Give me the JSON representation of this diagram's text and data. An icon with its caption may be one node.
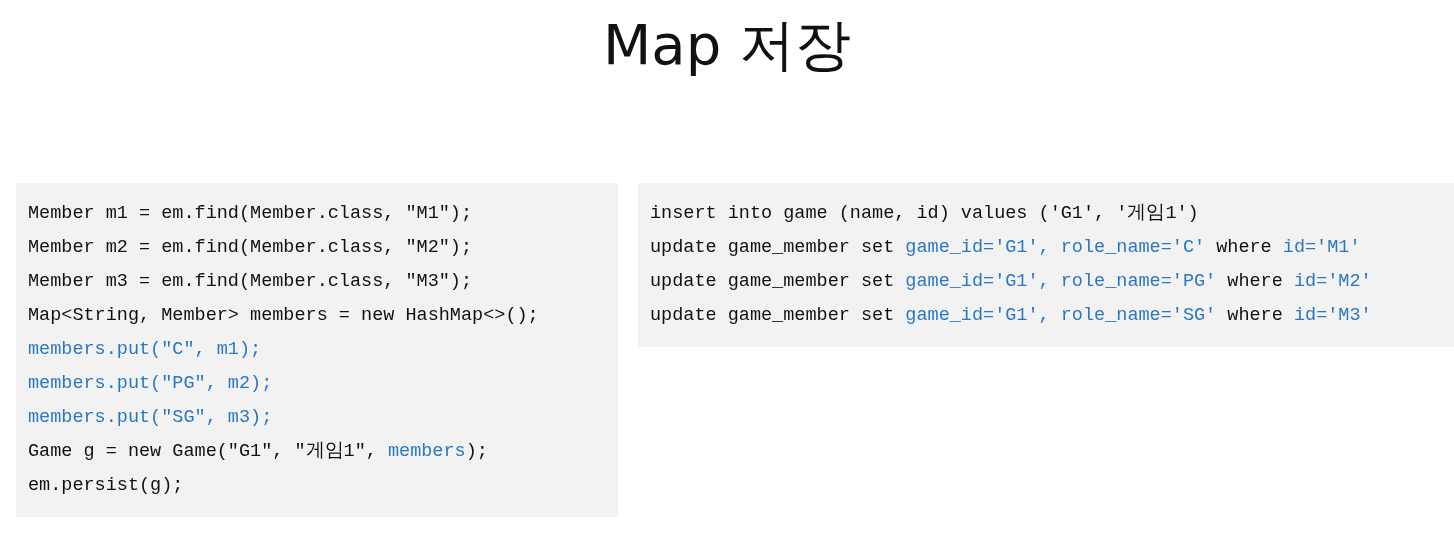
{
  "diagram": {
    "title": "Map 저장",
    "nodes": [
      {
        "text": [
          "Member m1 = em.find(Member.class, \"M1\");",
          "Member m2 = em.find(Member.class, \"M2\");",
          "Member m3 = em.find(Member.class, \"M3\");",
          "Map<String, Member> members = new HashMap<>();",
          "**members.put(\"C\", m1);**",
          "**members.put(\"PG\", m2);**",
          "**members.put(\"SG\", m3);**",
          "Game g = new Game(\"G1\", \"게임1\", **members**);",
          "em.persist(g);"
        ]
      },
      {
        "text": [
          "insert into game (name, id) values ('G1', '게임1')",
          "update game_member set **game_id='G1', role_name='C'** where **id='M1'**",
          "update game_member set **game_id='G1', role_name='PG'** where **id='M2'**",
          "update game_member set **game_id='G1', role_name='SG'** where **id='M3'**"
        ]
      }
    ]
  }
}
